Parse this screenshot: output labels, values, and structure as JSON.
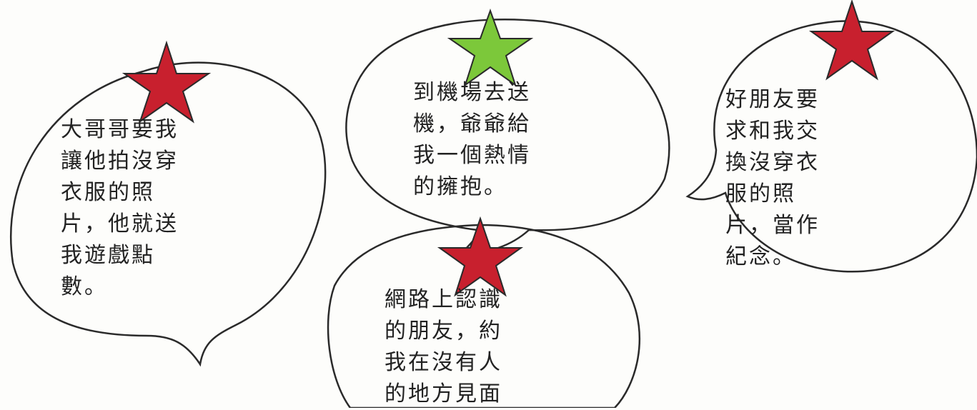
{
  "colors": {
    "star_red": "#c8202e",
    "star_green": "#7cc83a",
    "outline": "#2a2a2a",
    "paper": "#fdfdfb"
  },
  "bubbles": [
    {
      "id": "left",
      "star": "red",
      "lines": [
        "大哥哥要我",
        "讓他拍沒穿",
        "衣服的照",
        "片，他就送",
        "我遊戲點",
        "數。"
      ]
    },
    {
      "id": "center-top",
      "star": "green",
      "lines": [
        "到機場去送",
        "機，爺爺給",
        "我一個熱情",
        "的擁抱。"
      ]
    },
    {
      "id": "center-bottom",
      "star": "red",
      "lines": [
        "網路上認識",
        "的朋友，約",
        "我在沒有人",
        "的地方見面"
      ]
    },
    {
      "id": "right",
      "star": "red",
      "lines": [
        "好朋友要",
        "求和我交",
        "換沒穿衣",
        "服的照",
        "片，當作",
        "紀念。"
      ]
    }
  ]
}
